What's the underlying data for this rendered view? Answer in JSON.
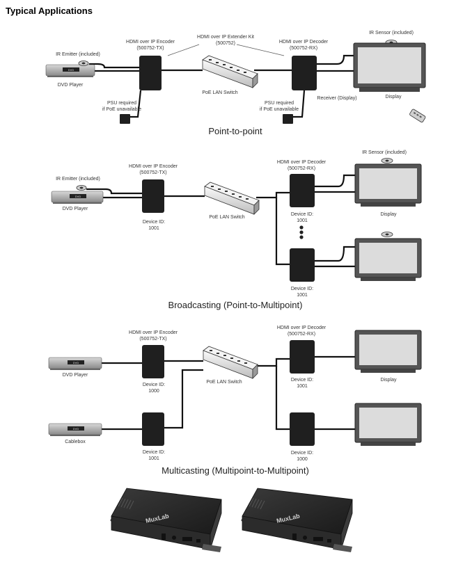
{
  "heading": "Typical Applications",
  "common": {
    "encoder": "HDMI over IP Encoder",
    "encoder_part": "(500752-TX)",
    "decoder": "HDMI over IP Decoder",
    "decoder_part": "(500752-RX)",
    "switch": "PoE LAN Switch",
    "dvd": "DVD Player",
    "display": "Display",
    "ir_emitter": "IR Emitter (included)",
    "ir_sensor": "IR Sensor (included)",
    "cablebox": "Cablebox",
    "device_id": "Device ID:",
    "psu_line1": "PSU required",
    "psu_line2": "if PoE unavailable",
    "kit_line1": "HDMI over IP Extender Kit",
    "kit_line2": "(500752)",
    "receiver_display": "Receiver (Display)",
    "dvd_screen": "DVD",
    "brand": "MuxLab"
  },
  "diagrams": [
    {
      "caption": "Point-to-point"
    },
    {
      "caption": "Broadcasting (Point-to-Multipoint)",
      "tx_id": "1001",
      "rx1_id": "1001",
      "rx2_id": "1001"
    },
    {
      "caption": "Multicasting (Multipoint-to-Multipoint)",
      "tx1_id": "1000",
      "tx2_id": "1001",
      "rx1_id": "1001",
      "rx2_id": "1000"
    }
  ]
}
